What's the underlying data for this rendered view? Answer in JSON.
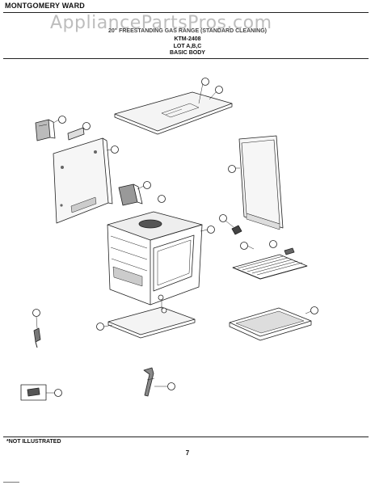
{
  "header": {
    "brand": "MONTGOMERY WARD",
    "watermark": "AppliancePartsPros.com"
  },
  "title": {
    "line1": "20\" FREESTANDING GAS RANGE (STANDARD CLEANING)",
    "model": "KTM-2408",
    "lot": "LOT A,B,C",
    "section": "BASIC BODY"
  },
  "footer": {
    "note": "*NOT ILLUSTRATED",
    "page": "7"
  }
}
